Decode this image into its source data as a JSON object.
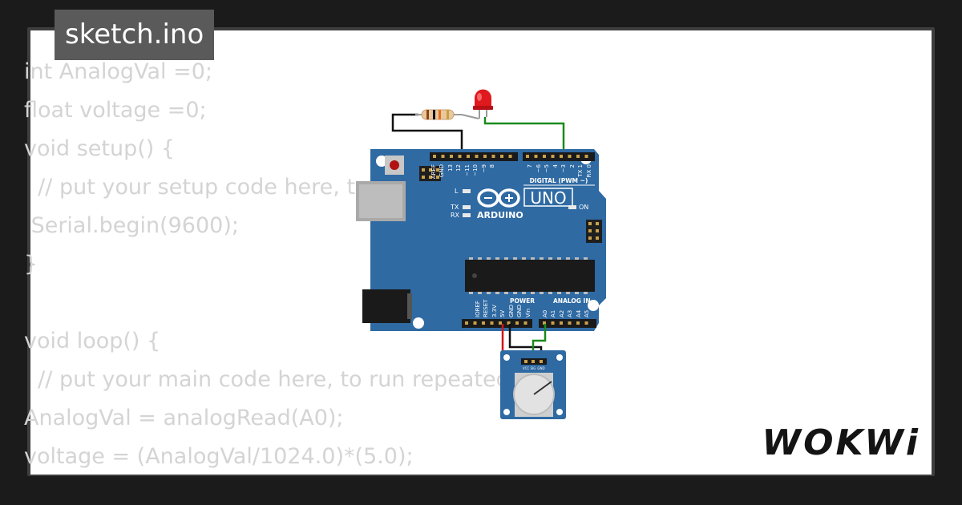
{
  "editor": {
    "filename": "sketch.ino",
    "code_lines": [
      "int AnalogVal =0;",
      "float voltage =0;",
      "void setup() {",
      "  // put your setup code here, to run once:",
      " Serial.begin(9600);",
      "}",
      "",
      "void loop() {",
      "  // put your main code here, to run repeatedly:",
      "AnalogVal = analogRead(A0);",
      "voltage = (AnalogVal/1024.0)*(5.0);"
    ]
  },
  "board": {
    "brand": "ARDUINO",
    "model": "UNO",
    "digital_label": "DIGITAL (PWM ~)",
    "power_label": "POWER",
    "analog_label": "ANALOG IN",
    "on_label": "ON",
    "led_labels": [
      "L",
      "TX",
      "RX"
    ],
    "top_pin_labels": [
      "AREF",
      "GND",
      "13",
      "12",
      "~11",
      "~10",
      "~9",
      "8",
      "7",
      "~6",
      "~5",
      "4",
      "~3",
      "2",
      "TX 1",
      "RX 0"
    ],
    "power_pin_labels": [
      "IOREF",
      "RESET",
      "3.3V",
      "5V",
      "GND",
      "GND",
      "Vin"
    ],
    "analog_pin_labels": [
      "A0",
      "A1",
      "A2",
      "A3",
      "A4",
      "A5"
    ]
  },
  "potentiometer": {
    "pin_labels": [
      "VCC",
      "SIG",
      "GND"
    ]
  },
  "colors": {
    "board_blue": "#2f6aa3",
    "wire_black": "#111111",
    "wire_green": "#1a8a1a",
    "wire_red": "#d01515",
    "led_red": "#e0191e"
  },
  "footer": {
    "logo": "WOKWi"
  }
}
